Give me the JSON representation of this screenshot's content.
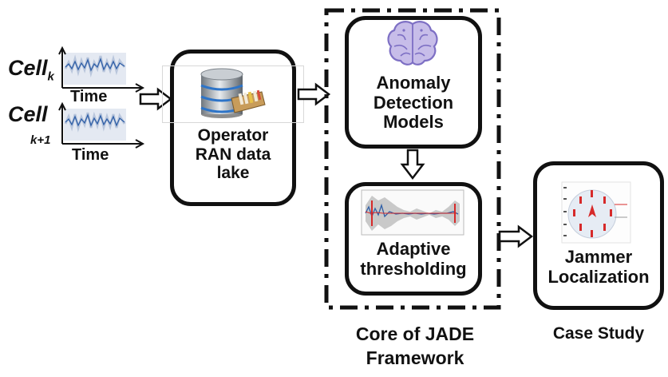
{
  "inputs": {
    "cell_k": {
      "label": "Cell",
      "subscript": "k",
      "axis_label": "Time"
    },
    "cell_k1": {
      "label": "Cell",
      "subscript": "k+1",
      "axis_label": "Time"
    }
  },
  "data_lake": {
    "label_line1": "Operator",
    "label_line2": "RAN data",
    "label_line3": "lake"
  },
  "core": {
    "anomaly": {
      "line1": "Anomaly",
      "line2": "Detection",
      "line3": "Models"
    },
    "thresholding": {
      "line1": "Adaptive",
      "line2": "thresholding"
    },
    "caption_line1": "Core of JADE",
    "caption_line2": "Framework"
  },
  "case_study": {
    "box_line1": "Jammer",
    "box_line2": "Localization",
    "caption": "Case Study"
  },
  "colors": {
    "stroke": "#111111",
    "series_blue": "#2f5fa7",
    "series_band": "#b9c6dc",
    "threshold_red": "#d62a2a",
    "brain": "#a89ad6"
  }
}
